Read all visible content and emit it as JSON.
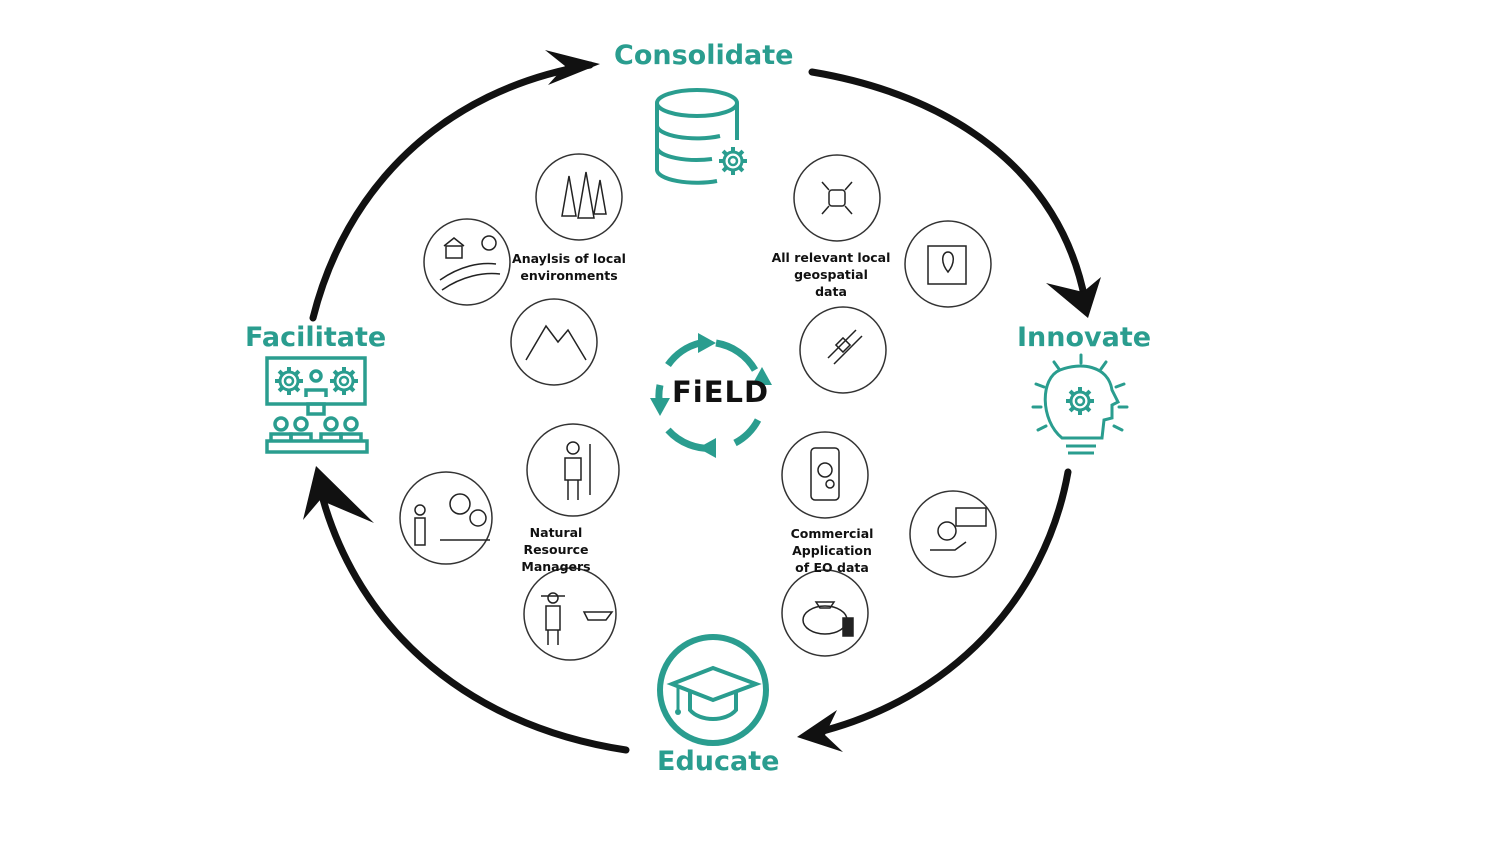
{
  "stages": {
    "consolidate": {
      "label": "Consolidate",
      "icon": "database-gear-icon"
    },
    "innovate": {
      "label": "Innovate",
      "icon": "lightbulb-gear-icon"
    },
    "educate": {
      "label": "Educate",
      "icon": "graduation-cap-icon"
    },
    "facilitate": {
      "label": "Facilitate",
      "icon": "presentation-audience-icon"
    }
  },
  "center": {
    "label": "FiELD",
    "icon": "cycle-arrows-icon"
  },
  "groups": {
    "environments": {
      "lines": [
        "Anaylsis of local",
        "environments"
      ],
      "icons": [
        "pine-trees-icon",
        "farmland-house-icon",
        "mountains-icon"
      ]
    },
    "geospatial": {
      "lines": [
        "All relevant local",
        "geospatial",
        "data"
      ],
      "icons": [
        "drone-icon",
        "treasure-map-icon",
        "satellite-icon"
      ]
    },
    "managers": {
      "lines": [
        "Natural Resource",
        "Managers"
      ],
      "icons": [
        "farmer-pitchfork-icon",
        "drone-operator-forest-icon",
        "fisherman-boat-icon"
      ]
    },
    "commercial": {
      "lines": [
        "Commercial Application",
        "of EO data"
      ],
      "icons": [
        "smartphone-app-icon",
        "job-payment-icon",
        "global-industry-icon"
      ]
    }
  },
  "colors": {
    "accent": "#2a9d8f",
    "arrows": "#111111",
    "circle_stroke": "#333333"
  }
}
